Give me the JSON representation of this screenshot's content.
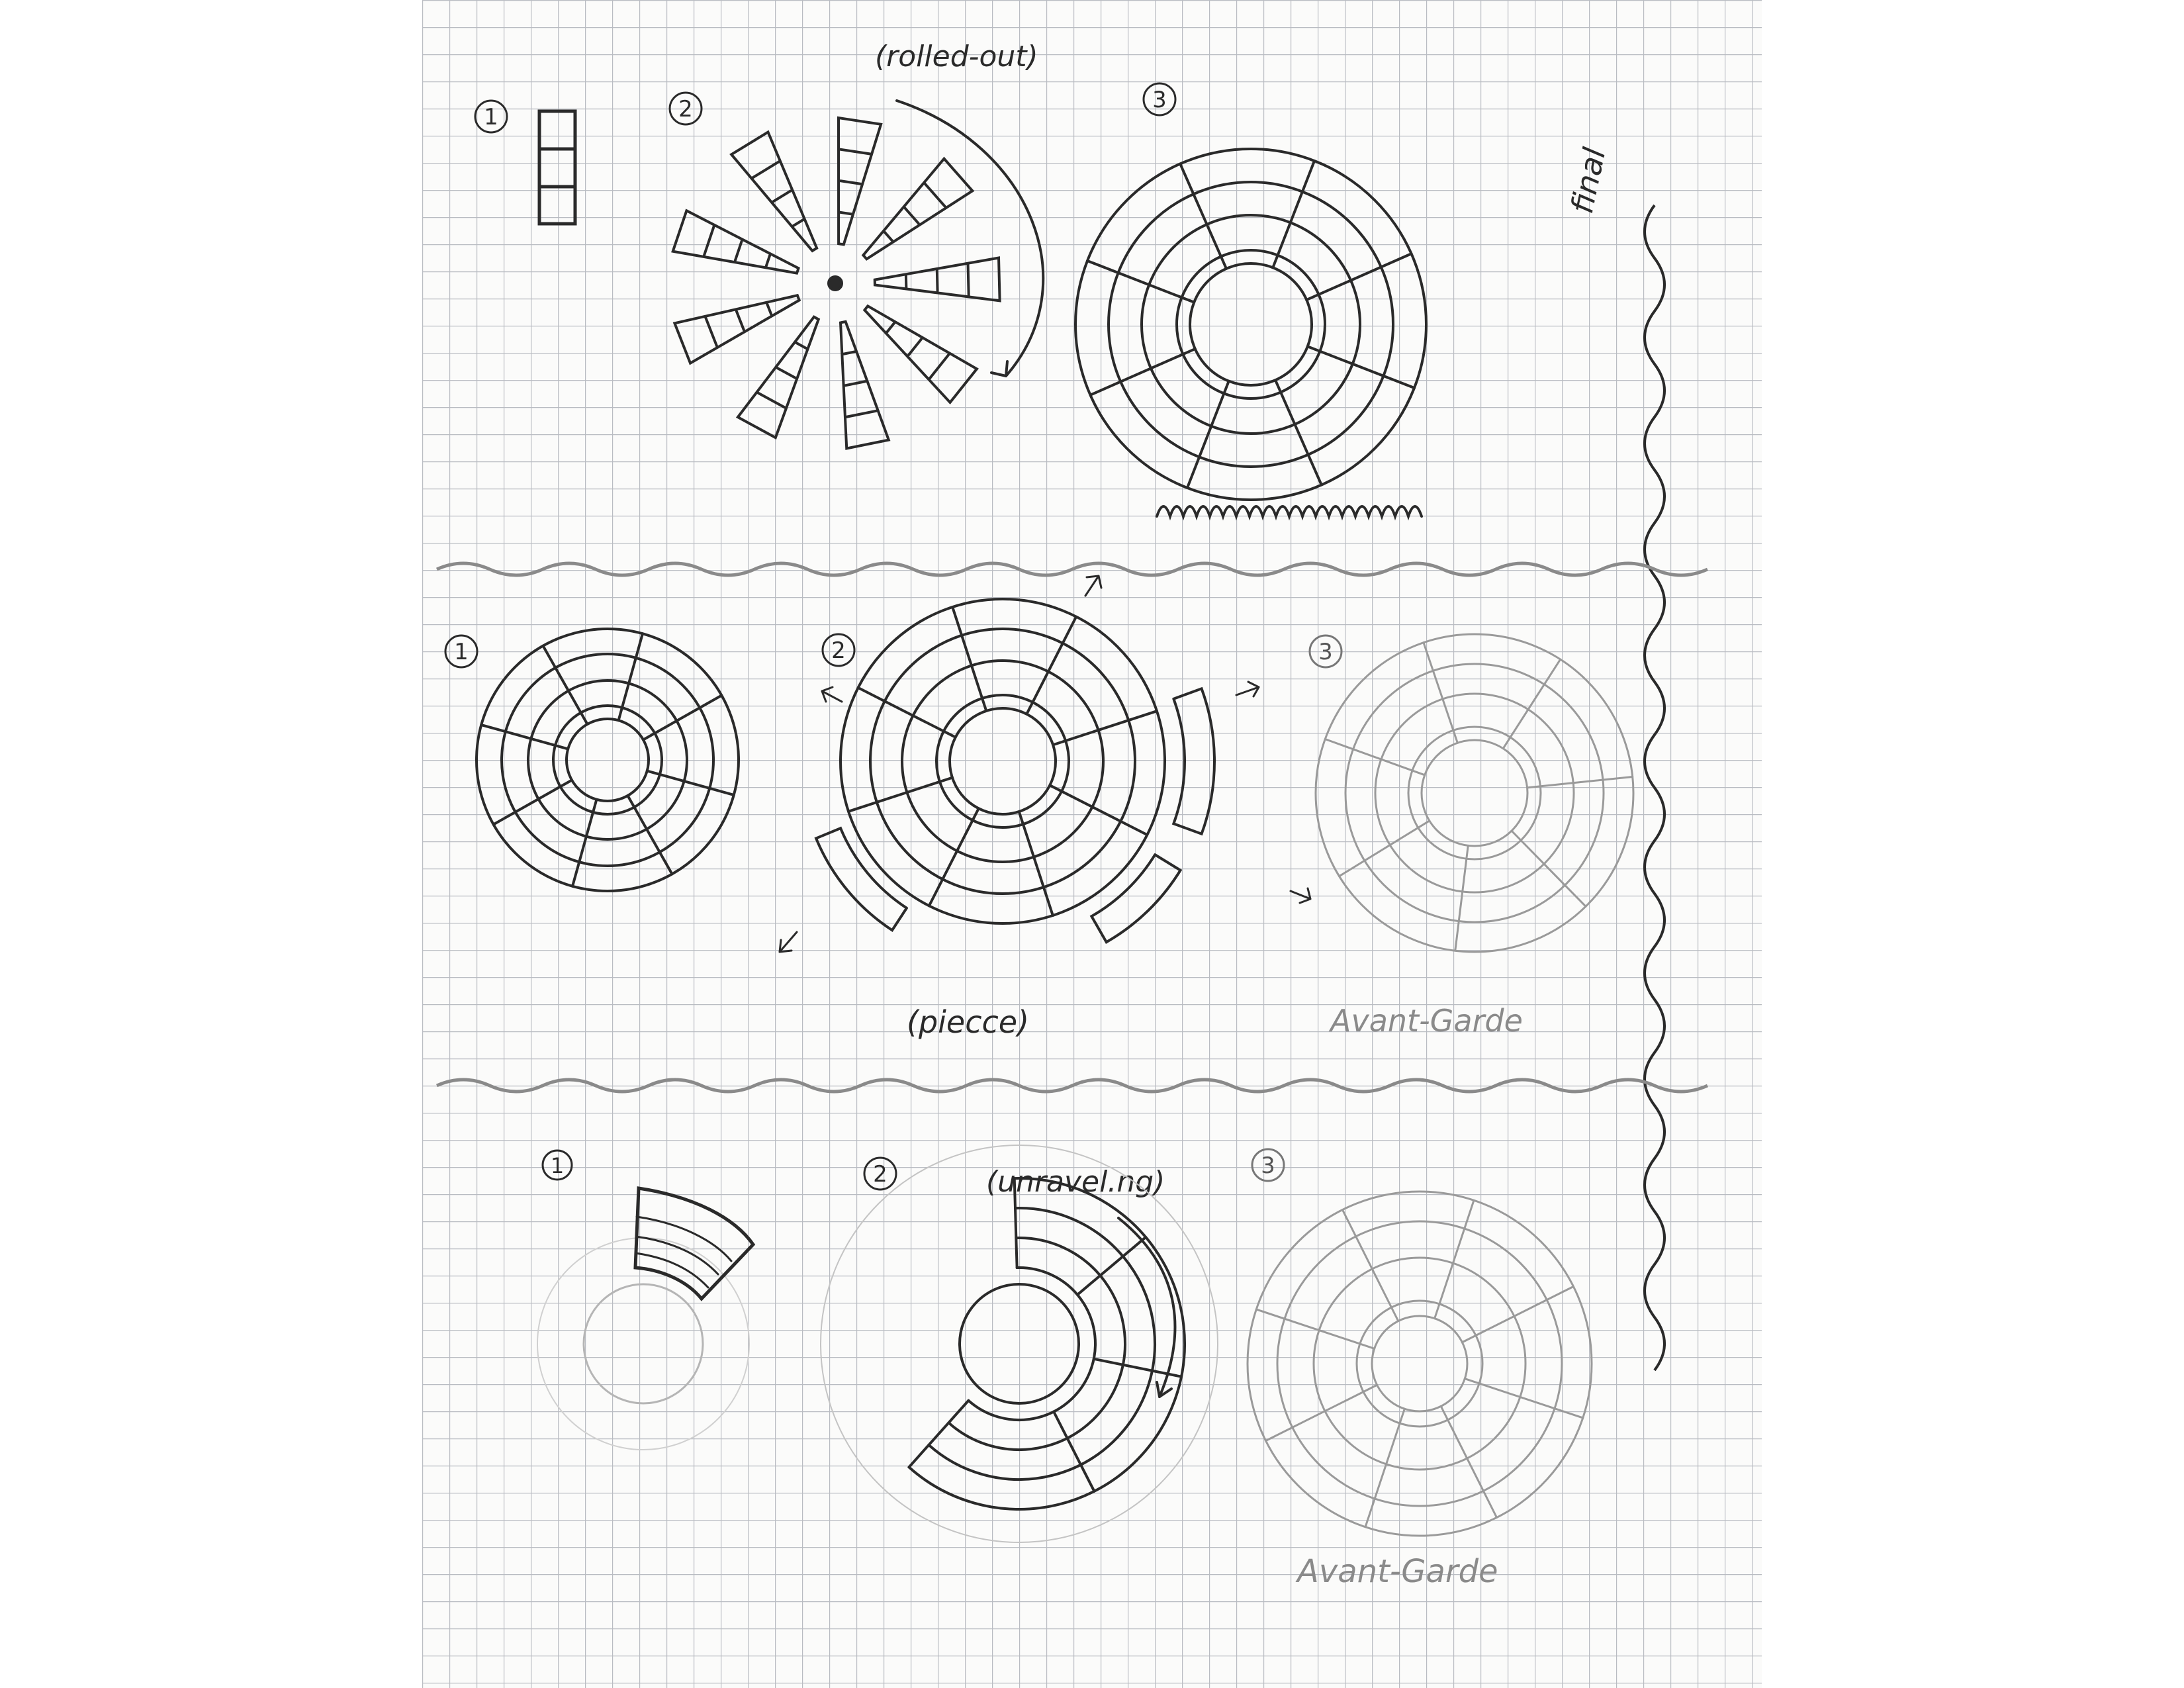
{
  "paper": {
    "background": "#ffffff",
    "sheet": "#fbfbfa",
    "grid": "#b9bcc2",
    "pencil": "#2a2a2a",
    "faint": "#b3b3b3"
  },
  "labels": {
    "rolled_out": "(rolled-out)",
    "final": "final",
    "piece": "(piecce)",
    "avant_garde_mid": "Avant-Garde",
    "unraveling": "(unravel.ng)",
    "avant_garde_bottom": "Avant-Garde"
  },
  "numbers": {
    "row1": [
      "1",
      "2",
      "3"
    ],
    "row2": [
      "1",
      "2",
      "3"
    ],
    "row3": [
      "1",
      "2",
      "3"
    ]
  }
}
